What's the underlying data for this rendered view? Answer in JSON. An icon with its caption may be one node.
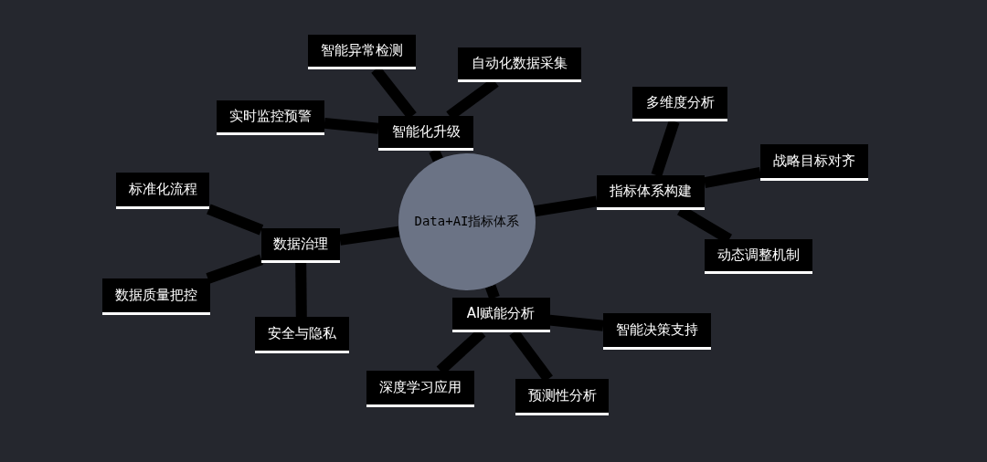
{
  "diagram": {
    "nodes": [
      {
        "text": [
          "Data+AI指标体系"
        ]
      },
      {
        "text": [
          "智能化升级"
        ]
      },
      {
        "text": [
          "智能异常检测"
        ]
      },
      {
        "text": [
          "自动化数据采集"
        ]
      },
      {
        "text": [
          "实时监控预警"
        ]
      },
      {
        "text": [
          "指标体系构建"
        ]
      },
      {
        "text": [
          "多维度分析"
        ]
      },
      {
        "text": [
          "战略目标对齐"
        ]
      },
      {
        "text": [
          "动态调整机制"
        ]
      },
      {
        "text": [
          "数据治理"
        ]
      },
      {
        "text": [
          "标准化流程"
        ]
      },
      {
        "text": [
          "数据质量把控"
        ]
      },
      {
        "text": [
          "安全与隐私"
        ]
      },
      {
        "text": [
          "AI赋能分析"
        ]
      },
      {
        "text": [
          "智能决策支持"
        ]
      },
      {
        "text": [
          "深度学习应用"
        ]
      },
      {
        "text": [
          "预测性分析"
        ]
      }
    ],
    "edges": [
      {
        "from": 0,
        "to": 1,
        "arrow": "none"
      },
      {
        "from": 1,
        "to": 2,
        "arrow": "none"
      },
      {
        "from": 1,
        "to": 3,
        "arrow": "none"
      },
      {
        "from": 1,
        "to": 4,
        "arrow": "none"
      },
      {
        "from": 0,
        "to": 5,
        "arrow": "none"
      },
      {
        "from": 5,
        "to": 6,
        "arrow": "none"
      },
      {
        "from": 5,
        "to": 7,
        "arrow": "none"
      },
      {
        "from": 5,
        "to": 8,
        "arrow": "none"
      },
      {
        "from": 0,
        "to": 9,
        "arrow": "none"
      },
      {
        "from": 9,
        "to": 10,
        "arrow": "none"
      },
      {
        "from": 9,
        "to": 11,
        "arrow": "none"
      },
      {
        "from": 9,
        "to": 12,
        "arrow": "none"
      },
      {
        "from": 0,
        "to": 13,
        "arrow": "none"
      },
      {
        "from": 13,
        "to": 14,
        "arrow": "none"
      },
      {
        "from": 13,
        "to": 15,
        "arrow": "none"
      },
      {
        "from": 13,
        "to": 16,
        "arrow": "none"
      }
    ]
  }
}
